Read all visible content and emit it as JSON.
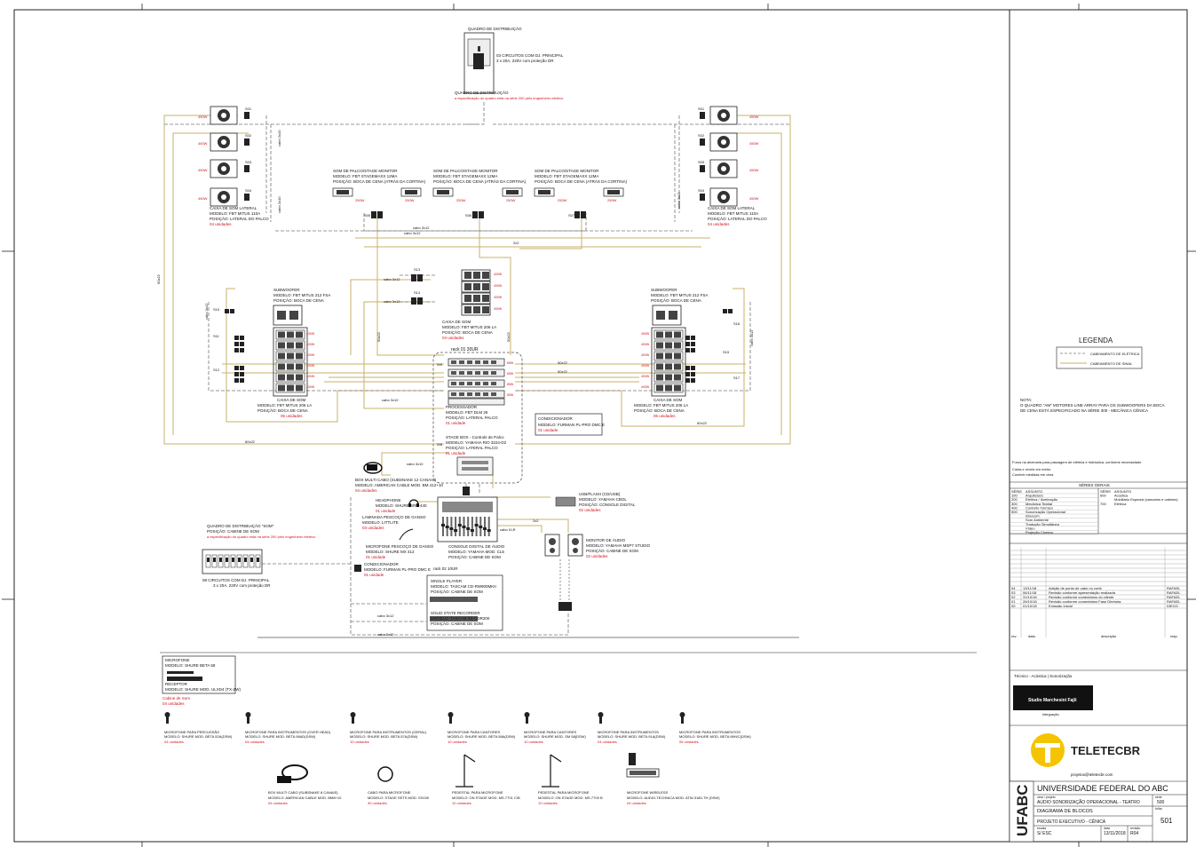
{
  "legend": {
    "title": "LEGENDA",
    "items": [
      {
        "label": "CABEAMENTO DE ELÉTRICA",
        "color": "#888888",
        "dash": true
      },
      {
        "label": "CABEAMENTO DE SINAL",
        "color": "#c9b26a",
        "dash": false
      }
    ]
  },
  "note": {
    "heading": "NOTA:",
    "lines": [
      "O QUADRO \"AM\" MOTORES LINE ARRAY PARA OS SUBWOOFERS DA BOCA",
      "DE CENA ESTÁ ESPECIFICADO NA SÉRIE 300 - MECÂNICA CÊNICA"
    ]
  },
  "bullets": [
    "Furos na alvenaria para passagem de elétrica e hidráulica, conforme necessidade",
    "Cotas e níveis em metro",
    "Conferir medidas em obra"
  ],
  "series": {
    "title": "SÉRIES GERAIS",
    "left": [
      {
        "code": "SÉRIE",
        "name": "ASSUNTO"
      },
      {
        "code": "100",
        "name": "Arquitetura"
      },
      {
        "code": "200",
        "name": "Elétrica / Iluminação"
      },
      {
        "code": "300",
        "name": "Mecânica Teatral"
      },
      {
        "code": "400",
        "name": "Conforto Térmico"
      },
      {
        "code": "500",
        "name": "Sonorização Operacional"
      },
      {
        "code": "",
        "name": "Intercom"
      },
      {
        "code": "",
        "name": "Som Ambiente"
      },
      {
        "code": "",
        "name": "Tradução Simultânea"
      },
      {
        "code": "",
        "name": "Vídeo"
      },
      {
        "code": "",
        "name": "Projeção Cinema"
      }
    ],
    "right": [
      {
        "code": "SÉRIE",
        "name": "ASSUNTO"
      },
      {
        "code": "600",
        "name": "Acústica"
      },
      {
        "code": "",
        "name": "Mobiliário Especial (camarins e cabines)"
      },
      {
        "code": "700",
        "name": "Elétrica"
      }
    ]
  },
  "revisions": {
    "rows": [
      {
        "rev": "04",
        "date": "13/11/18",
        "desc": "Adição de ponto de cabo no corte",
        "resp": "RAFAEL"
      },
      {
        "rev": "03",
        "date": "06/11/18",
        "desc": "Revisão conforme apresentação realizada",
        "resp": "RAFAEL"
      },
      {
        "rev": "02",
        "date": "31/10/18",
        "desc": "Revisão conforme comentários do cliente",
        "resp": "RAFAEL"
      },
      {
        "rev": "01",
        "date": "26/10/18",
        "desc": "Revisão conforme comentários Fase Diretoria",
        "resp": "RAFAEL"
      },
      {
        "rev": "00",
        "date": "01/10/18",
        "desc": "Emissão Inicial",
        "resp": "DIEGO"
      }
    ],
    "headers": {
      "rev": "rev.",
      "date": "data",
      "desc": "descrição",
      "resp": "resp."
    }
  },
  "consultant": {
    "label": "Técnico - Acústica | Sonorização",
    "badge": "Studio Marchesini Fajli",
    "badge_caption": "integração"
  },
  "company": {
    "name": "TELETECBR",
    "email": "projetos@teletecbr.com"
  },
  "title_block": {
    "client_logo": "UFABC",
    "client": "UNIVERSIDADE FEDERAL DO ABC",
    "project_label": "obra / projeto",
    "project": "AUDIO SONORIZAÇÃO OPERACIONAL - TEATRO",
    "sheet_title": "DIAGRAMA DE BLOCOS",
    "stage": "PROJETO EXECUTIVO - CÊNICA",
    "scale_label": "escala",
    "scale": "S/ ESC",
    "date_label": "data",
    "date": "13/11/2018",
    "rev_label": "revisão",
    "rev": "R04",
    "series_label": "série",
    "series_num": "500",
    "sheet_label": "folha",
    "sheet_num": "501"
  },
  "diagram": {
    "power_panel_top": {
      "title": "QUADRO DE DISTRIBUIÇÃO",
      "note": "a especificação do quadro está na série 200 pelo engenheiro elétrico",
      "circuit_label": "03 CIRCUITOS COM DJ. PRINCIPAL",
      "circuit_spec": "3 x 20A, 220V com proteção DR"
    },
    "power_panel_left": {
      "title": "QUADRO DE DISTRIBUIÇÃO \"SOM\"",
      "position": "POSIÇÃO: CABINE DE SOM",
      "note": "a especificação do quadro está na série 200 pelo engenheiro elétrico",
      "circuit_label": "08 CIRCUITOS COM DJ. PRINCIPAL",
      "circuit_spec": "3 x 20A, 220V com proteção DR"
    },
    "side_boxes_left": {
      "title": "CAIXA DE SOM LATERAL",
      "model": "MODELO: FBT MITUS 110A",
      "position": "POSIÇÃO: LATERAL DO PALCO",
      "qty": "04 unidades"
    },
    "side_boxes_right": {
      "title": "CAIXA DE SOM LATERAL",
      "model": "MODELO: FBT MITUS 110A",
      "position": "POSIÇÃO: LATERAL DO PALCO",
      "qty": "04 unidades"
    },
    "monitors": [
      {
        "title": "SOM DE PALCO/STAGE MONITOR",
        "model": "MODELO: FBT STAGEMAXX 12MA",
        "position": "POSIÇÃO: BOCA DE CENA (ATRÁS DA CORTINA)"
      },
      {
        "title": "SOM DE PALCO/STAGE MONITOR",
        "model": "MODELO: FBT STAGEMAXX 12MA",
        "position": "POSIÇÃO: BOCA DE CENA (ATRÁS DA CORTINA)"
      },
      {
        "title": "SOM DE PALCO/STAGE MONITOR",
        "model": "MODELO: FBT STAGEMAXX 12MA",
        "position": "POSIÇÃO: BOCA DE CENA (ATRÁS DA CORTINA)"
      }
    ],
    "sub_left": {
      "title": "SUBWOOFER",
      "model": "MODELO: FBT MITUS 212 FSA",
      "position": "POSIÇÃO: BOCA DE CENA"
    },
    "sub_right": {
      "title": "SUBWOOFER",
      "model": "MODELO: FBT MITUS 212 FSA",
      "position": "POSIÇÃO: BOCA DE CENA"
    },
    "line_left": {
      "title": "CAIXA DE SOM",
      "model": "MODELO: FBT MITUS 206 LA",
      "position": "POSIÇÃO: BOCA DE CENA",
      "qty": "06 unidades"
    },
    "line_right": {
      "title": "CAIXA DE SOM",
      "model": "MODELO: FBT MITUS 206 LA",
      "position": "POSIÇÃO: BOCA DE CENA",
      "qty": "06 unidades"
    },
    "center_cluster": {
      "title": "CAIXA DE SOM",
      "model": "MODELO: FBT MITUS 206 LA",
      "position": "POSIÇÃO: BOCA DE CENA",
      "qty": "04 unidades"
    },
    "rack": {
      "label": "rack 01 30UR"
    },
    "processor": {
      "title": "PROCESSADOR",
      "model": "MODELO: FBT DLM 26",
      "position": "POSIÇÃO: LATERAL PALCO",
      "qty": "01 unidade"
    },
    "power_conditioner": {
      "title": "CONDICIONADOR",
      "model": "MODELO: FURMAN PL-PRO DMC E",
      "qty": "01 unidade"
    },
    "stagebox": {
      "title": "STAGE BOX - Controle de Palco",
      "model": "MODELO: YAMAHA RIO 3224-D2",
      "position": "POSIÇÃO: LATERAL PALCO",
      "qty": "01 unidade"
    },
    "multicable": {
      "title": "BOX MULTI CABO (SUBSNAKE 12 CANAIS)",
      "model": "MODELO: AMERICAN CABLE MOD. BM 412+10",
      "qty": "04 unidades"
    },
    "headphone": {
      "title": "HEADPHONE",
      "model": "MODELO: SHURE SRH-440",
      "qty": "01 unidade"
    },
    "gooseneck_lamp": {
      "title": "LAMINADA PESCOÇO DE GANSO",
      "model": "MODELO: LITTLITE",
      "qty": "03 unidades"
    },
    "talkback_mic": {
      "title": "MICROFONE PESCOÇO DE GANSO",
      "model": "MODELO: SHURE MX 412",
      "qty": "01 unidade"
    },
    "console": {
      "title": "CONSOLE DIGITAL DE ÁUDIO",
      "model": "MODELO: YAMAHA MOD. CL5",
      "position": "POSIÇÃO: CABINE DE SOM"
    },
    "usb_interface": {
      "title": "USB/FLASH (CD/USB)",
      "model": "MODELO: YAMAHA CBOL",
      "position": "POSIÇÃO: CONSOLE DIGITAL",
      "qty": "02 unidades"
    },
    "studio_monitors": {
      "title": "MONITOR DE ÁUDIO",
      "model": "MODELO: YAMAHA MSP7 STUDIO",
      "position": "POSIÇÃO: CABINE DE SOM",
      "qty": "02 unidades"
    },
    "rack_booth": {
      "title": "CONDICIONADOR",
      "model": "MODELO: FURMAN PL-PRO DMC E",
      "qty": "01 unidade"
    },
    "rack2_label": "rack 02 10UR",
    "cd_player": {
      "title": "SINGLE PLAYER",
      "model": "MODELO: TASCAM CD-RW900MKII",
      "position": "POSIÇÃO: CABINE DE SOM"
    },
    "recorder": {
      "title": "SOLID STATE RECORDER",
      "model": "MODELO: TASCAM SS-CDR200",
      "position": "POSIÇÃO: CABINE DE SOM"
    },
    "cable_labels": {
      "c3x12": "cabo 3x12",
      "c2x12": "cabo 2x12",
      "c3x10": "cabo 3x10",
      "c2x10": "cabo 2x10",
      "c2x2": "2x2",
      "cxlr": "cabo XLR",
      "c50x2": "50x22",
      "c60x2": "60x22"
    },
    "watts": {
      "w450": "450W",
      "w250": "250W",
      "w400": "400W",
      "w50": "50W",
      "w85": "85W"
    },
    "circuits": {
      "s01": "S01",
      "s02": "S02",
      "s03": "S03",
      "s04": "S04",
      "s05": "S05",
      "s06": "S06",
      "s07": "S07",
      "s08": "S08",
      "s09": "S09",
      "s10": "S10",
      "s11": "S11",
      "s12": "S12",
      "s13": "S13",
      "s14": "S14",
      "s15": "S15",
      "s16": "S16",
      "s17": "S17",
      "s18": "S18",
      "s19": "S19",
      "s20": "S20"
    },
    "mic_key": {
      "title": "MICROFONE",
      "model": "MODELO: SHURE BETA 58",
      "rx_title": "RECEPTOR",
      "rx_model": "MODELO: SHURE MOD. ULXD4 (TX-ZW)",
      "position": "Cabine de Som",
      "qty": "04 unidades"
    },
    "mics": [
      {
        "title": "MICROFONE PARA PERCUSSÃO",
        "model": "MODELO: SHURE MOD. BETA 52A(DSW)",
        "qty": "04 unidades"
      },
      {
        "title": "MICROFONE PARA INSTRUMENTOS (OVER HEAD)",
        "model": "MODELO: SHURE MOD. BETA 98AD(DSW)",
        "qty": "04 unidades"
      },
      {
        "title": "MICROFONE PARA INSTRUMENTOS (GERAL)",
        "model": "MODELO: SHURE MOD. BETA 57A(DSW)",
        "qty": "10 unidades"
      },
      {
        "title": "MICROFONE PARA CANTORES",
        "model": "MODELO: SHURE MOD. BETA 58A(DSW)",
        "qty": "10 unidades"
      },
      {
        "title": "MICROFONE PARA CANTORES",
        "model": "MODELO: SHURE MOD. SM 58(DSW)",
        "qty": "10 unidades"
      },
      {
        "title": "MICROFONE PARA INSTRUMENTOS",
        "model": "MODELO: SHURE MOD. BETA 91A(DSW)",
        "qty": "04 unidades"
      },
      {
        "title": "MICROFONE PARA INSTRUMENTOS",
        "model": "MODELO: SHURE MOD. BETA 98H/C(DSW)",
        "qty": "06 unidades"
      }
    ],
    "accessories": [
      {
        "title": "BOX MULTI CABO (SUBSNAKE 8 CANAIS)",
        "model": "MODELO: AMERICAN CABLE MOD. BM8+10",
        "qty": "04 unidades"
      },
      {
        "title": "CABO PARA MICROFONE",
        "model": "MODELO: STAGE SETS MOD. SS150",
        "qty": "30 unidades"
      },
      {
        "title": "PEDESTAL PARA MICROFONE",
        "model": "MODELO: ON STAGE MOD. MS-7701 C/B",
        "qty": "10 unidades"
      },
      {
        "title": "PEDESTAL PARA MICROFONE",
        "model": "MODELO: ON STAGE MOD. MS-7700 B",
        "qty": "10 unidades"
      },
      {
        "title": "MICROFONE WIRELESS",
        "model": "MODELO: AUDIO-TECHNICA MOD. ATW-3180-TH (DSW)",
        "qty": "04 unidades"
      }
    ]
  }
}
